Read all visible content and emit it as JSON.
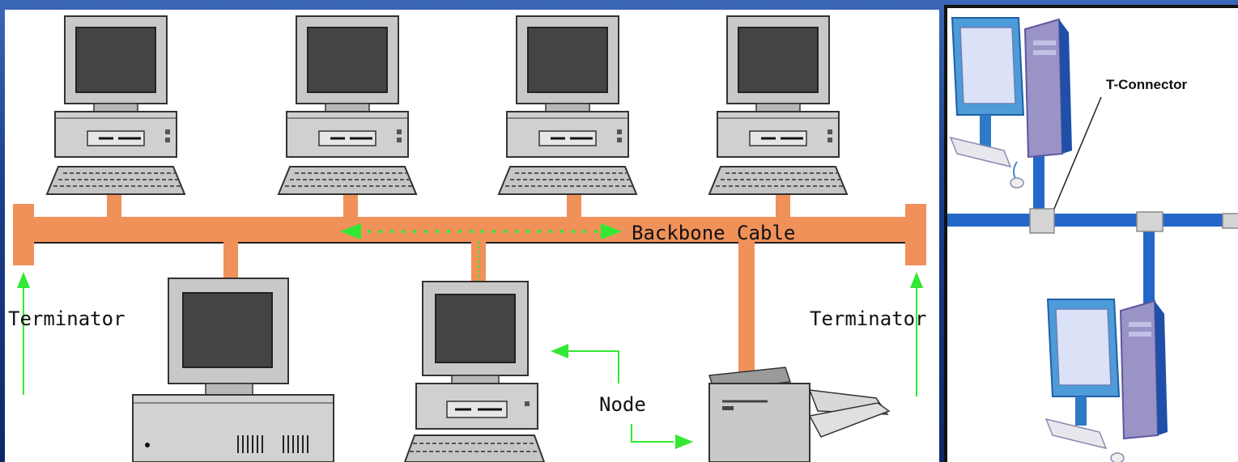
{
  "diagram": {
    "left": {
      "backbone_label": "Backbone Cable",
      "terminator_left_label": "Terminator",
      "terminator_right_label": "Terminator",
      "node_label": "Node"
    },
    "right": {
      "t_connector_label": "T-Connector"
    },
    "colors": {
      "cable": "#F0915A",
      "arrow": "#33E833",
      "blue_cable": "#2467C8",
      "connector": "#D4D4D4"
    }
  }
}
